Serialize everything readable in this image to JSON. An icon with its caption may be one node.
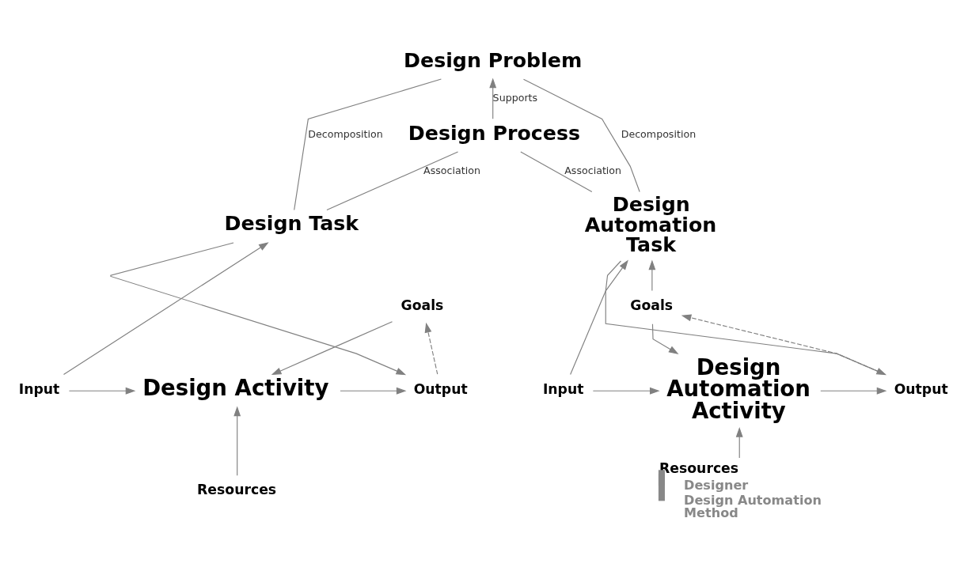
{
  "diagram": {
    "nodes": [
      {
        "text": [
          "Design Problem"
        ]
      },
      {
        "text": [
          "Design Process"
        ]
      },
      {
        "text": [
          "Design Task"
        ]
      },
      {
        "text": [
          "Design Automation Task"
        ]
      },
      {
        "text": [
          "Input"
        ]
      },
      {
        "text": [
          "Goals"
        ]
      },
      {
        "text": [
          "Design Activity"
        ]
      },
      {
        "text": [
          "Output"
        ]
      },
      {
        "text": [
          "Resources"
        ]
      },
      {
        "text": [
          "Input"
        ]
      },
      {
        "text": [
          "Goals"
        ]
      },
      {
        "text": [
          "Design Automation Activity"
        ]
      },
      {
        "text": [
          "Output"
        ]
      },
      {
        "text": [
          "Resources",
          "Designer",
          "Design Automation Method"
        ]
      }
    ],
    "edges": [
      {
        "from": 2,
        "to": 0,
        "arrow": "none",
        "label": "Decomposition"
      },
      {
        "from": 3,
        "to": 0,
        "arrow": "none",
        "label": "Decomposition"
      },
      {
        "from": 1,
        "to": 0,
        "arrow": "to",
        "label": "Supports"
      },
      {
        "from": 2,
        "to": 1,
        "arrow": "none",
        "label": "Association"
      },
      {
        "from": 3,
        "to": 1,
        "arrow": "none",
        "label": "Association"
      },
      {
        "from": 4,
        "to": 2,
        "arrow": "to"
      },
      {
        "from": 2,
        "to": 7,
        "arrow": "to"
      },
      {
        "from": 4,
        "to": 6,
        "arrow": "to"
      },
      {
        "from": 5,
        "to": 6,
        "arrow": "to"
      },
      {
        "from": 6,
        "to": 7,
        "arrow": "to"
      },
      {
        "from": 7,
        "to": 5,
        "arrow": "to",
        "style": "dashed"
      },
      {
        "from": 8,
        "to": 6,
        "arrow": "to"
      },
      {
        "from": 9,
        "to": 3,
        "arrow": "to"
      },
      {
        "from": 3,
        "to": 12,
        "arrow": "to"
      },
      {
        "from": 10,
        "to": 3,
        "arrow": "to"
      },
      {
        "from": 10,
        "to": 11,
        "arrow": "to"
      },
      {
        "from": 9,
        "to": 11,
        "arrow": "to"
      },
      {
        "from": 11,
        "to": 12,
        "arrow": "to"
      },
      {
        "from": 12,
        "to": 10,
        "arrow": "to",
        "style": "dashed"
      },
      {
        "from": 13,
        "to": 11,
        "arrow": "to"
      }
    ]
  }
}
